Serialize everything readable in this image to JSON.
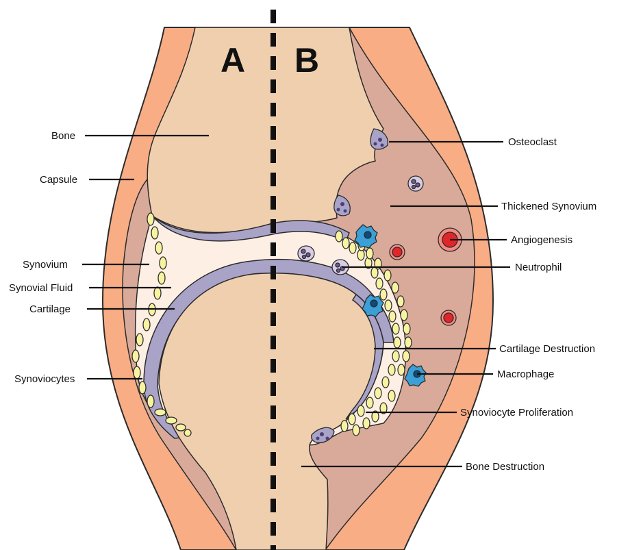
{
  "panels": {
    "a_label": "A",
    "b_label": "B"
  },
  "labels_left": {
    "bone": "Bone",
    "capsule": "Capsule",
    "synovium": "Synovium",
    "synovial_fluid": "Synovial Fluid",
    "cartilage": "Cartilage",
    "synoviocytes": "Synoviocytes"
  },
  "labels_right": {
    "osteoclast": "Osteoclast",
    "thickened_synovium": "Thickened Synovium",
    "angiogenesis": "Angiogenesis",
    "neutrophil": "Neutrophil",
    "cartilage_destruction": "Cartilage Destruction",
    "macrophage": "Macrophage",
    "synoviocyte_proliferation": "Synoviocyte Proliferation",
    "bone_destruction": "Bone Destruction"
  },
  "colors": {
    "capsule": "#f8ad85",
    "bone": "#efcfae",
    "synovium": "#d9aa9a",
    "fluid": "#fdefe3",
    "cartilage": "#a9a3c8",
    "synoviocyte": "#f7f3a0",
    "neutrophil": "#d8cde5",
    "macrophage": "#3aa0d7",
    "vessel": "#e1262a",
    "osteoclast": "#4b3f7a"
  }
}
